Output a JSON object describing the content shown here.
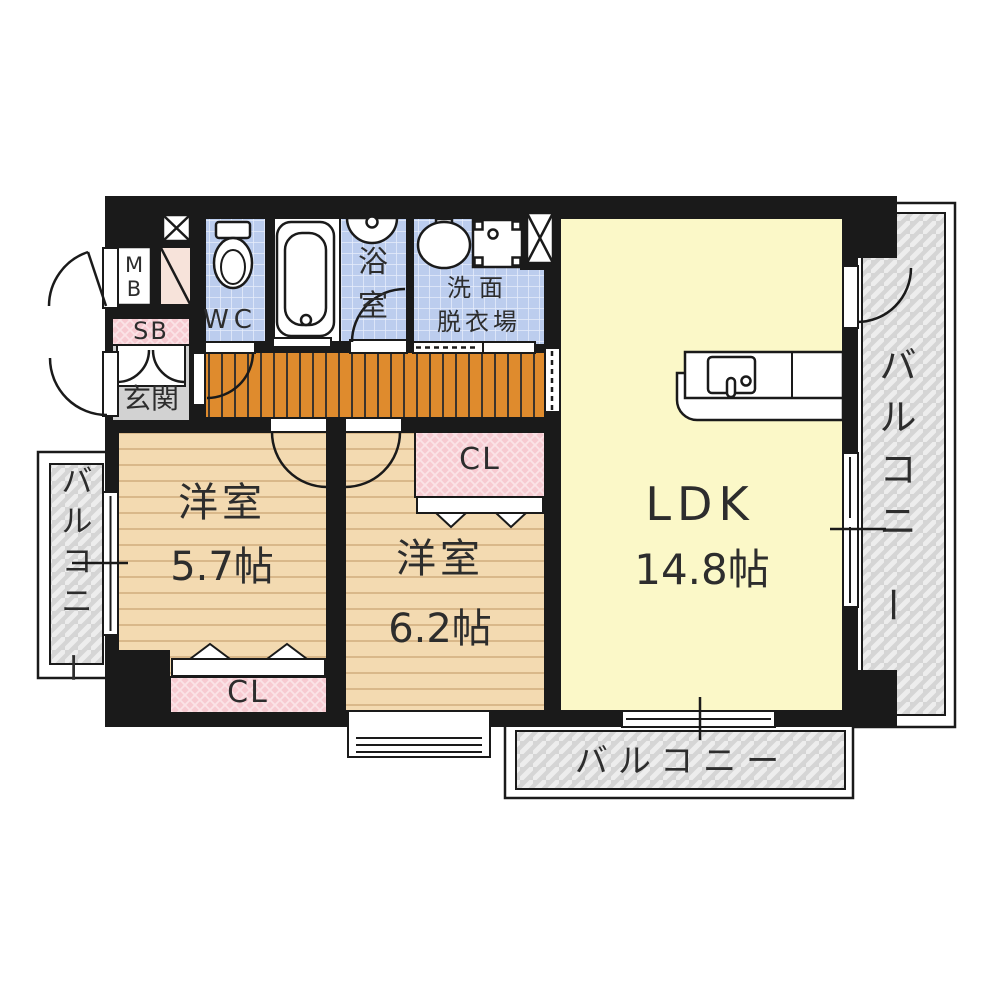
{
  "rooms": {
    "ldk": {
      "label": "LDK",
      "area": "14.8帖"
    },
    "western_5_7": {
      "label": "洋室",
      "area": "5.7帖"
    },
    "western_6_2": {
      "label": "洋室",
      "area": "6.2帖"
    },
    "bathroom": {
      "label": "浴室"
    },
    "toilet": {
      "label": "WC"
    },
    "washroom": {
      "line1": "洗面",
      "line2": "脱衣場"
    },
    "entrance": {
      "label": "玄関"
    },
    "shoe_box": {
      "label": "SB"
    },
    "meter_box": {
      "line1": "M",
      "line2": "B"
    },
    "closet_main": {
      "label": "CL"
    },
    "closet_second": {
      "label": "CL"
    }
  },
  "balconies": {
    "left": {
      "label": "バルコニー"
    },
    "right": {
      "label": "バルコニー"
    },
    "bottom": {
      "label": "バルコニー"
    }
  },
  "colors": {
    "wall": "#1a1a1a",
    "ldk_floor": "#fbf8c8",
    "western_floor": "#f3dab1",
    "corridor_floor": "#df8b2d",
    "wet_area_tile": "#bccdee",
    "closet_pink": "#f7cad1",
    "entrance_gray": "#d2d2d2",
    "shaft_pink": "#f7e3da",
    "balcony_gray": "#d5d5d5"
  }
}
